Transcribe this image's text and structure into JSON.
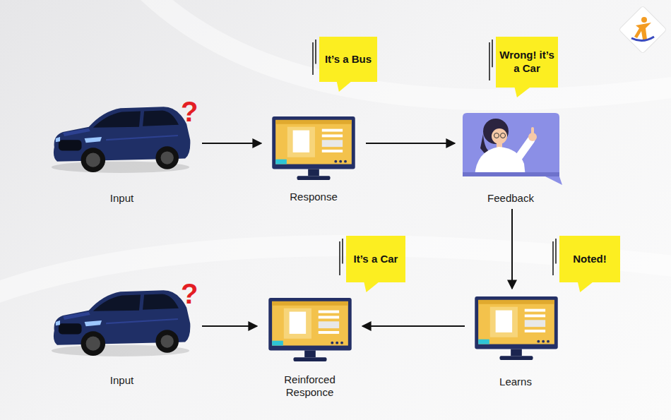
{
  "diagram": {
    "nodes": [
      {
        "text": [
          "Input"
        ]
      },
      {
        "text": [
          "It’s a Bus"
        ]
      },
      {
        "text": [
          "Response"
        ]
      },
      {
        "text": [
          "Wrong! it’s a Car"
        ]
      },
      {
        "text": [
          "Feedback"
        ]
      },
      {
        "text": [
          "Noted!"
        ]
      },
      {
        "text": [
          "It’s a Car"
        ]
      },
      {
        "text": [
          "Input"
        ]
      },
      {
        "text": [
          "Reinforced Responce"
        ]
      },
      {
        "text": [
          "Learns"
        ]
      }
    ],
    "edges": [
      {
        "from": 0,
        "to": 2,
        "arrow": "to"
      },
      {
        "from": 2,
        "to": 4,
        "arrow": "to"
      },
      {
        "from": 4,
        "to": 9,
        "arrow": "to"
      },
      {
        "from": 9,
        "to": 8,
        "arrow": "to"
      },
      {
        "from": 7,
        "to": 8,
        "arrow": "to"
      }
    ],
    "labels": [
      "?",
      "?"
    ]
  }
}
